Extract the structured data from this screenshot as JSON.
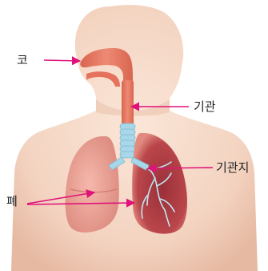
{
  "labels": {
    "nose": "코",
    "trachea": "기관",
    "bronchus": "기관지",
    "lung": "폐"
  },
  "colors": {
    "skin": "#f5d9c8",
    "skin_shadow": "#e8bfa8",
    "airway": "#e0786a",
    "trachea_rings": "#a9d7ea",
    "lung_left": "#eea79b",
    "lung_right_dark": "#a8393f",
    "bronchus_tree": "#bfe6f2",
    "arrow": "#e0127a"
  }
}
